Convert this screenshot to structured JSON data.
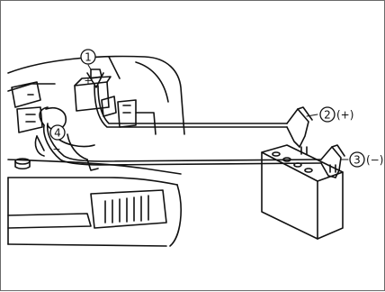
{
  "diagram": {
    "callouts": [
      {
        "id": "1",
        "text": "1"
      },
      {
        "id": "2",
        "text": "2",
        "suffix": "(+)"
      },
      {
        "id": "3",
        "text": "3",
        "suffix": "(−)"
      },
      {
        "id": "4",
        "text": "4"
      }
    ],
    "booster_battery_sign": "+",
    "vehicle_battery_sign": "−",
    "line_color": "#111111",
    "background": "#ffffff"
  }
}
